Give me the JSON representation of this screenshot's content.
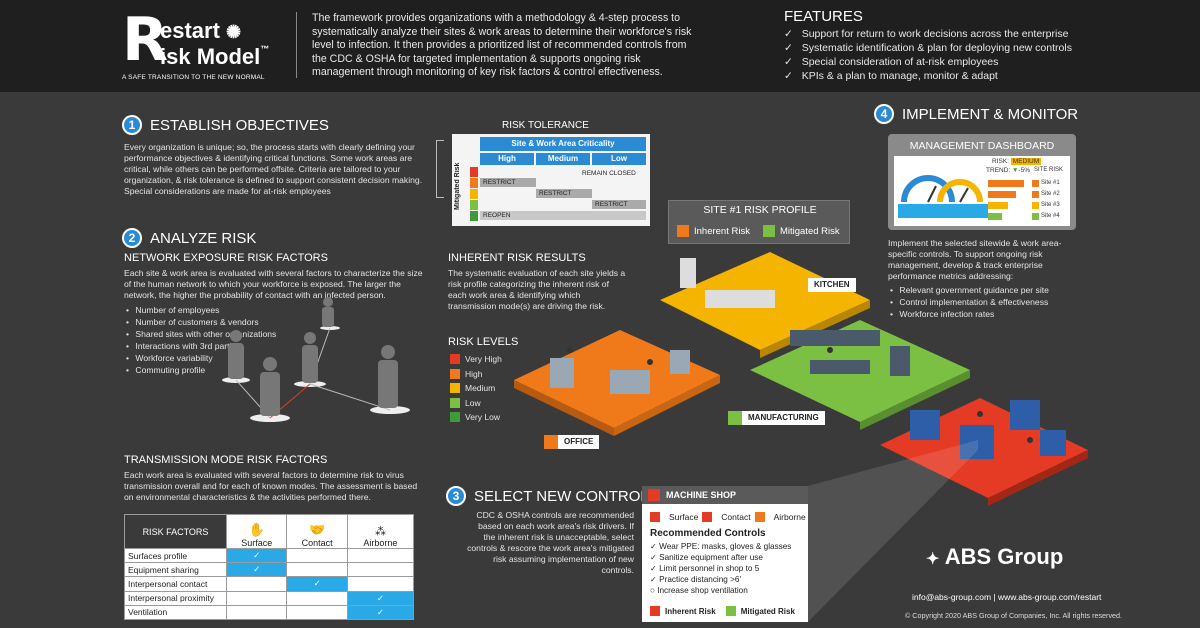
{
  "header": {
    "logo_line1": "estart",
    "logo_line2": "isk Model",
    "logo_tm": "™",
    "logo_r": "R",
    "tagline": "A SAFE TRANSITION TO THE NEW NORMAL",
    "intro": "The framework provides organizations with a methodology & 4-step process to systematically analyze their sites & work areas to determine their workforce's risk level to infection.  It then provides a prioritized list of recommended controls from the CDC & OSHA for targeted implementation & supports ongoing risk management through monitoring of key risk factors & control effectiveness."
  },
  "features": {
    "title": "FEATURES",
    "items": [
      "Support for return to work decisions across the enterprise",
      "Systematic identification & plan for deploying new controls",
      "Special consideration of at-risk employees",
      "KPIs & a plan to manage, monitor & adapt"
    ]
  },
  "step1": {
    "num": "1",
    "title": "ESTABLISH OBJECTIVES",
    "text": "Every organization is unique; so, the process starts with clearly defining your performance objectives & identifying critical functions.  Some work areas are critical, while others can be performed offsite.  Criteria are tailored to your organization, & risk tolerance is defined to support consistent decision making.  Special considerations are made for at-risk employees"
  },
  "risk_tolerance": {
    "title": "RISK TOLERANCE",
    "header": "Site & Work Area Criticality",
    "cols": [
      "High",
      "Medium",
      "Low"
    ],
    "side": "Mitigated Risk",
    "remain_closed": "REMAIN CLOSED",
    "restrict": "RESTRICT",
    "reopen": "REOPEN"
  },
  "step2": {
    "num": "2",
    "title": "ANALYZE RISK",
    "sub1": "NETWORK EXPOSURE RISK FACTORS",
    "text1": "Each site & work area is evaluated with several factors to characterize the size of the human network to which your workforce is exposed.  The larger the network, the higher the probability of contact with an infected person.",
    "factors": [
      "Number of employees",
      "Number of customers & vendors",
      "Shared sites with other organizations",
      "Interactions with 3rd parties",
      "Workforce variability",
      "Commuting profile"
    ],
    "sub2": "TRANSMISSION MODE RISK FACTORS",
    "text2": "Each work area is evaluated with several factors to determine risk to virus transmission overall and for each of known modes.  The assessment is based on environmental characteristics & the activities performed there."
  },
  "transmission_table": {
    "head": "RISK FACTORS",
    "modes": [
      "Surface",
      "Contact",
      "Airborne"
    ],
    "rows": [
      {
        "label": "Surfaces profile",
        "marks": [
          "✓",
          "",
          ""
        ]
      },
      {
        "label": "Equipment sharing",
        "marks": [
          "✓",
          "",
          ""
        ]
      },
      {
        "label": "Interpersonal contact",
        "marks": [
          "",
          "✓",
          ""
        ]
      },
      {
        "label": "Interpersonal proximity",
        "marks": [
          "",
          "",
          "✓"
        ]
      },
      {
        "label": "Ventilation",
        "marks": [
          "",
          "",
          "✓"
        ]
      }
    ]
  },
  "inherent": {
    "title": "INHERENT RISK RESULTS",
    "text": "The systematic evaluation of each site yields a risk profile categorizing the inherent risk of each work area & identifying which transmission mode(s) are driving the risk.",
    "levels_title": "RISK LEVELS",
    "levels": [
      {
        "label": "Very High",
        "color": "#e53a23"
      },
      {
        "label": "High",
        "color": "#f07a1a"
      },
      {
        "label": "Medium",
        "color": "#f5b400"
      },
      {
        "label": "Low",
        "color": "#7bc043"
      },
      {
        "label": "Very Low",
        "color": "#3f9a3a"
      }
    ]
  },
  "site_profile": {
    "title": "SITE #1 RISK PROFILE",
    "inherent": "Inherent Risk",
    "mitigated": "Mitigated Risk"
  },
  "areas": {
    "kitchen": "KITCHEN",
    "office": "OFFICE",
    "manufacturing": "MANUFACTURING"
  },
  "step3": {
    "num": "3",
    "title": "SELECT NEW CONTROLS",
    "text": "CDC & OSHA controls are recommended based on each work area's risk drivers. If the inherent risk is unacceptable, select controls & rescore the work area's mitigated risk assuming implementation of new controls."
  },
  "machine_shop": {
    "title": "MACHINE SHOP",
    "modes": [
      "Surface",
      "Contact",
      "Airborne"
    ],
    "rc_title": "Recommended Controls",
    "controls": [
      "✓ Wear PPE: masks, gloves & glasses",
      "✓ Sanitize equipment after use",
      "✓ Limit personnel in shop to 5",
      "✓ Practice distancing >6'",
      "○ Increase shop ventilation"
    ],
    "inherent": "Inherent Risk",
    "mitigated": "Mitigated Risk"
  },
  "step4": {
    "num": "4",
    "title": "IMPLEMENT & MONITOR",
    "text": "Implement the selected sitewide & work area-specific controls.  To support ongoing risk management, develop & track enterprise performance metrics addressing:",
    "items": [
      "Relevant government guidance per site",
      "Control implementation & effectiveness",
      "Workforce infection rates"
    ]
  },
  "dashboard": {
    "title": "MANAGEMENT DASHBOARD",
    "risk_label": "RISK:",
    "risk_value": "MEDIUM",
    "trend_label": "TREND:",
    "trend_value": "-5%",
    "site_risk": "SITE RISK",
    "sites": [
      {
        "label": "Site #1",
        "value": 0.9
      },
      {
        "label": "Site #2",
        "value": 0.7
      },
      {
        "label": "Site #3",
        "value": 0.5
      },
      {
        "label": "Site #4",
        "value": 0.35
      }
    ]
  },
  "footer": {
    "brand": "ABS Group",
    "contact": "info@abs-group.com  |  www.abs-group.com/restart",
    "copyright": "© Copyright 2020 ABS Group of Companies, Inc. All rights reserved."
  },
  "colors": {
    "blue": "#2a8ad4",
    "cyan": "#29a9e6",
    "orange": "#f07a1a",
    "green": "#7bc043",
    "red": "#e53a23",
    "yellow": "#f5b400"
  }
}
